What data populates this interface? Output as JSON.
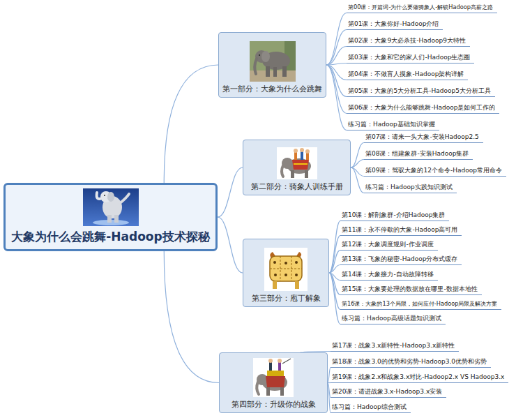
{
  "diagram": {
    "nodes": [
      {
        "text": [
          "大象为什么会跳舞-Hadoop技术探秘"
        ]
      },
      {
        "text": [
          "第一部分：大象为什么会跳舞"
        ]
      },
      {
        "text": [
          "第00课：开篇词-为什么要做骑象人-解锁Hadoop高薪之路"
        ]
      },
      {
        "text": [
          "第01课：大象你好-Hadoop介绍"
        ]
      },
      {
        "text": [
          "第02课：大象9大必杀技-Hadoop9大特性"
        ]
      },
      {
        "text": [
          "第03课：大象和它的家人们-Hadoop生态圈"
        ]
      },
      {
        "text": [
          "第04课：不做盲人摸象-Hadoop架构详解"
        ]
      },
      {
        "text": [
          "第05课：大象的5大分析工具-Hadoop5大分析工具"
        ]
      },
      {
        "text": [
          "第06课：大象为什么能够跳舞-Hadoop是如何工作的"
        ]
      },
      {
        "text": [
          "练习篇：Hadoop基础知识掌握"
        ]
      },
      {
        "text": [
          "第二部分：骑象人训练手册"
        ]
      },
      {
        "text": [
          "第07课：请来一头大象-安装Hadoop2.5"
        ]
      },
      {
        "text": [
          "第08课：组建象群-安装Hadoop集群"
        ]
      },
      {
        "text": [
          "第09课：驾驭大象的12个命令-Hadoop常用命令"
        ]
      },
      {
        "text": [
          "练习篇：Hadoop实践知识测试"
        ]
      },
      {
        "text": [
          "第三部分：庖丁解象"
        ]
      },
      {
        "text": [
          "第10课：解剖象群-介绍Hadoop集群"
        ]
      },
      {
        "text": [
          "第11课：永不停歇的大象-Hadoop高可用"
        ]
      },
      {
        "text": [
          "第12课：大象调度规则-作业调度"
        ]
      },
      {
        "text": [
          "第13课：飞象的秘密-Hadoop分布式缓存"
        ]
      },
      {
        "text": [
          "第14课：大象接力-自动故障转移"
        ]
      },
      {
        "text": [
          "第15课：大象要处理的数据放在哪里-数据本地性"
        ]
      },
      {
        "text": [
          "第16课：大象的13个局限，如何应付-Hadoop局限及解决方案"
        ]
      },
      {
        "text": [
          "练习篇：Hadoop高级话题知识测试"
        ]
      },
      {
        "text": [
          "第四部分：升级你的战象"
        ]
      },
      {
        "text": [
          "第17课：战象3.x新特性-Hadoop3.x新特性"
        ]
      },
      {
        "text": [
          "第18课：战象3.0的优势和劣势-Hadoop3.0优势和劣势"
        ]
      },
      {
        "text": [
          "第19课：战象2.x和战象3.x对比-Hadoop2.x VS Hadoop3.x"
        ]
      },
      {
        "text": [
          "第20课：请进战象3.x-Hadoop3.x安装"
        ]
      },
      {
        "text": [
          "练习篇：Hadoop综合测试"
        ]
      }
    ],
    "edges": [
      {
        "from": 0,
        "to": 1,
        "arrow": "none"
      },
      {
        "from": 0,
        "to": 10,
        "arrow": "none"
      },
      {
        "from": 0,
        "to": 15,
        "arrow": "none"
      },
      {
        "from": 0,
        "to": 24,
        "arrow": "none"
      },
      {
        "from": 1,
        "to": 2,
        "arrow": "none"
      },
      {
        "from": 1,
        "to": 3,
        "arrow": "none"
      },
      {
        "from": 1,
        "to": 4,
        "arrow": "none"
      },
      {
        "from": 1,
        "to": 5,
        "arrow": "none"
      },
      {
        "from": 1,
        "to": 6,
        "arrow": "none"
      },
      {
        "from": 1,
        "to": 7,
        "arrow": "none"
      },
      {
        "from": 1,
        "to": 8,
        "arrow": "none"
      },
      {
        "from": 1,
        "to": 9,
        "arrow": "none"
      },
      {
        "from": 10,
        "to": 11,
        "arrow": "none"
      },
      {
        "from": 10,
        "to": 12,
        "arrow": "none"
      },
      {
        "from": 10,
        "to": 13,
        "arrow": "none"
      },
      {
        "from": 10,
        "to": 14,
        "arrow": "none"
      },
      {
        "from": 15,
        "to": 16,
        "arrow": "none"
      },
      {
        "from": 15,
        "to": 17,
        "arrow": "none"
      },
      {
        "from": 15,
        "to": 18,
        "arrow": "none"
      },
      {
        "from": 15,
        "to": 19,
        "arrow": "none"
      },
      {
        "from": 15,
        "to": 20,
        "arrow": "none"
      },
      {
        "from": 15,
        "to": 21,
        "arrow": "none"
      },
      {
        "from": 15,
        "to": 22,
        "arrow": "none"
      },
      {
        "from": 15,
        "to": 23,
        "arrow": "none"
      },
      {
        "from": 24,
        "to": 25,
        "arrow": "none"
      },
      {
        "from": 24,
        "to": 26,
        "arrow": "none"
      },
      {
        "from": 24,
        "to": 27,
        "arrow": "none"
      },
      {
        "from": 24,
        "to": 28,
        "arrow": "none"
      },
      {
        "from": 24,
        "to": 29,
        "arrow": "none"
      }
    ]
  }
}
